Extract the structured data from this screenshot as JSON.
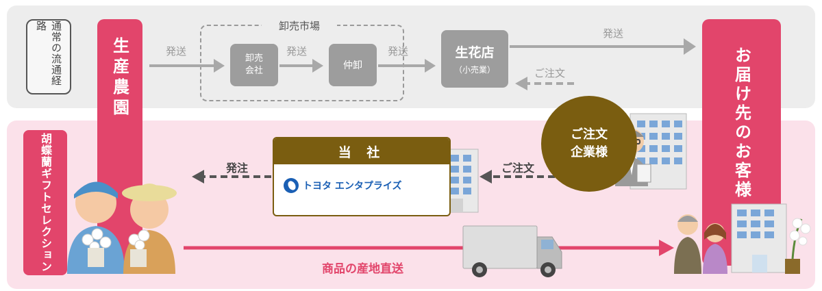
{
  "route_label": "通常の流通経路",
  "farm": "生産農園",
  "gift_selection": "胡蝶蘭ギフトセレクション",
  "customer": "お届け先のお客様",
  "market": {
    "title": "卸売市場",
    "wholesale_company": "卸売\n会社",
    "broker": "仲卸"
  },
  "florist": {
    "name": "生花店",
    "sub": "（小売業）"
  },
  "labels": {
    "ship1": "発送",
    "ship2": "発送",
    "ship3": "発送",
    "ship4": "発送",
    "order_top": "ご注文",
    "order_bottom": "ご注文",
    "placed_order": "発注"
  },
  "company": {
    "title": "当 社",
    "logo_text": "トヨタ エンタプライズ"
  },
  "ordering_company": "ご注文\n企業様",
  "direct_delivery": "商品の産地直送",
  "colors": {
    "pink": "#e2456b",
    "gray_band": "#ededed",
    "pink_band": "#fbe1ea",
    "gray_box": "#9d9d9d",
    "brown": "#7a5d10"
  }
}
